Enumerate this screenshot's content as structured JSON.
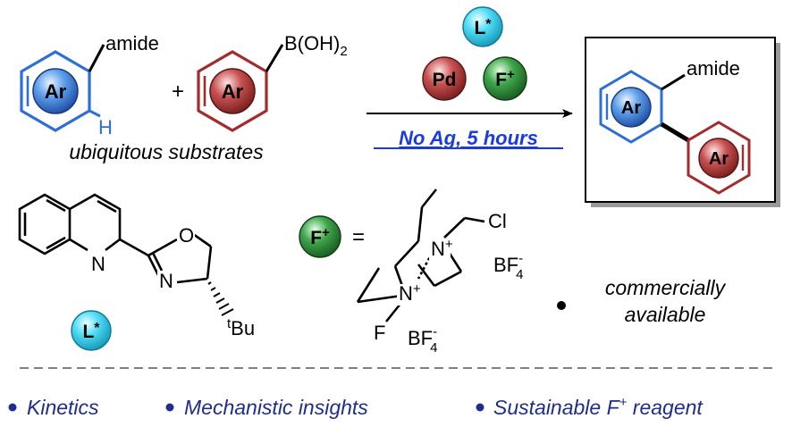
{
  "labels": {
    "ar": "Ar",
    "amide": "amide",
    "boronic_b": "B(OH)",
    "boronic_sub": "2",
    "plus": "+",
    "h_atom": "H",
    "substrates_caption": "ubiquitous substrates",
    "ligand_L": "L",
    "ligand_star": "*",
    "pd": "Pd",
    "f_plus_F": "F",
    "f_plus_plus": "+",
    "conditions": "No Ag, 5 hours",
    "equals": "=",
    "n_atom": "N",
    "o_atom": "O",
    "cl": "Cl",
    "f_atom": "F",
    "bf4_B": "BF",
    "bf4_sub": "4",
    "bf4_sup": "-",
    "tbu_t": "t",
    "tbu_Bu": "Bu",
    "commercial_line1": "commercially",
    "commercial_line2": "available"
  },
  "footer": {
    "items": [
      "Kinetics",
      "Mechanistic insights",
      "Sustainable F"
    ],
    "reagent_sup": "+",
    "reagent_tail": " reagent"
  },
  "colors": {
    "blue_ball": "#3a7fd6",
    "red_ball": "#b13a3a",
    "green_ball": "#2f8f3a",
    "cyan_ball": "#37cdeb",
    "blue_ring": "#2d6fd6",
    "red_ring": "#a32b2b",
    "link_blue": "#1a3be0",
    "footer_text": "#1f2d8c"
  }
}
